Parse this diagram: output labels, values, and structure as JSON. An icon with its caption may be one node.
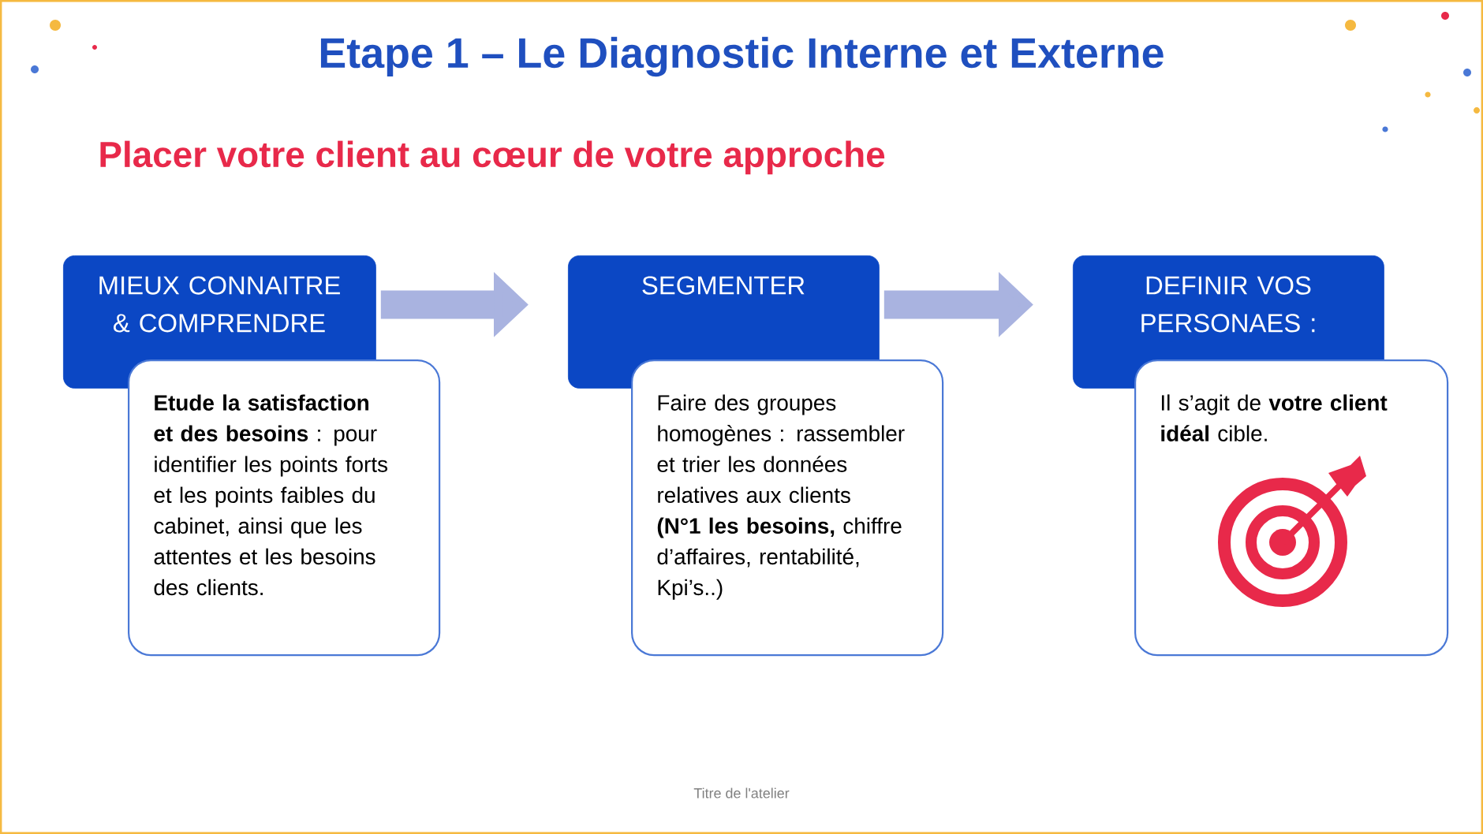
{
  "diagram": {
    "title": "Etape 1 – Le Diagnostic Interne et Externe",
    "nodes": [
      {
        "text": [
          "MIEUX CONNAITRE & COMPRENDRE"
        ]
      },
      {
        "text": [
          "SEGMENTER"
        ]
      },
      {
        "text": [
          "DEFINIR VOS PERSONAES :"
        ]
      },
      {
        "text": [
          "**Etude la satisfaction et des besoins** : pour identifier les points forts et les points faibles du cabinet, ainsi que les attentes et les besoins des clients."
        ]
      },
      {
        "text": [
          "Faire des groupes homogènes : rassembler et trier les données relatives aux clients **(N°1 les besoins,** chiffre d’affaires, rentabilité,  Kpi’s..)"
        ]
      },
      {
        "text": [
          "Il s’agit de **votre client idéal** cible."
        ]
      }
    ],
    "edges": [
      {
        "from": 0,
        "to": 1,
        "arrow": "to"
      },
      {
        "from": 1,
        "to": 2,
        "arrow": "to"
      }
    ],
    "labels": [
      "Placer votre client au cœur de votre approche",
      "Titre de l'atelier"
    ]
  }
}
